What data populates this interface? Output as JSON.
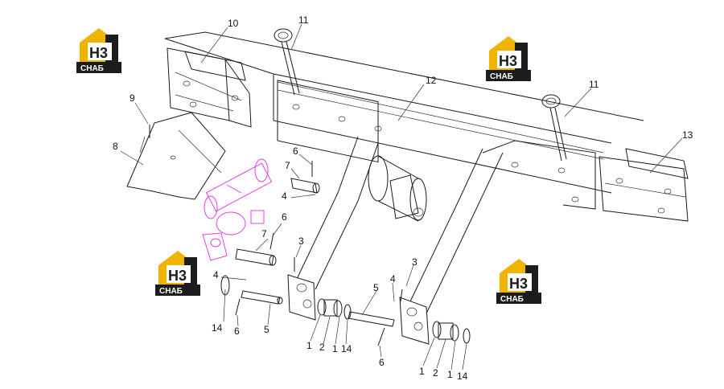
{
  "logos": [
    {
      "name": "logo-top-left",
      "top": "Н3",
      "bottom": "СНАБ"
    },
    {
      "name": "logo-top-right",
      "top": "Н3",
      "bottom": "СНАБ"
    },
    {
      "name": "logo-mid-left",
      "top": "Н3",
      "bottom": "СНАБ"
    },
    {
      "name": "logo-mid-right",
      "top": "Н3",
      "bottom": "СНАБ"
    }
  ],
  "colors": {
    "logo_gold": "#f0b400",
    "logo_dark": "#1c1c1c",
    "highlight": "#e040e0"
  },
  "callouts": {
    "c10": "10",
    "c11a": "11",
    "c11b": "11",
    "c12": "12",
    "c13": "13",
    "c9": "9",
    "c8": "8",
    "c6a": "6",
    "c7a": "7",
    "c4a": "4",
    "c7b": "7",
    "c6b": "6",
    "c3a": "3",
    "c3b": "3",
    "c4b": "4",
    "c5a": "5",
    "c4c": "4",
    "c14a": "14",
    "c6c": "6",
    "c5b": "5",
    "c1a": "1",
    "c2a": "2",
    "c1b": "1",
    "c14b": "14",
    "c6d": "6",
    "c1c": "1",
    "c2b": "2",
    "c1d": "1",
    "c14c": "14"
  }
}
